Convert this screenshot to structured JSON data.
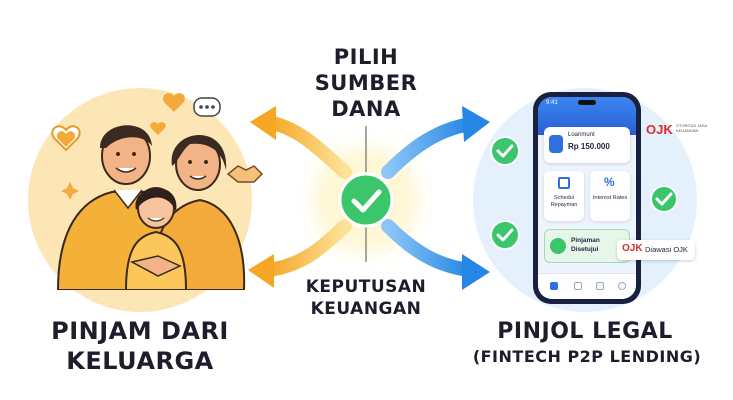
{
  "center": {
    "title_lines": [
      "PILIH",
      "SUMBER",
      "DANA"
    ],
    "subtitle_lines": [
      "KEPUTUSAN",
      "KEUANGAN"
    ]
  },
  "left": {
    "title_lines": [
      "PINJAM DARI",
      "KELUARGA"
    ]
  },
  "right": {
    "title": "PINJOL LEGAL",
    "subtitle": "(FINTECH P2P LENDING)"
  },
  "phone": {
    "status_time": "9:41",
    "loan_label": "Loanmunt",
    "loan_amount": "Rp 150.000",
    "tile1": "Schedul Repayman",
    "tile2": "Interest Rates",
    "status_text": "Pinjaman Disetujui"
  },
  "ojk": {
    "logo_text": "OJK",
    "caption": "OTORITAS JASA KEUANGAN",
    "badge": "Diawasi OJK"
  },
  "colors": {
    "arrow_orange": "#f7b740",
    "arrow_blue": "#2e8fe6",
    "check_green": "#3bc66b",
    "ojk_red": "#d62f2f",
    "phone_blue": "#2f6fe0",
    "family_bg": "#fde7b8"
  }
}
